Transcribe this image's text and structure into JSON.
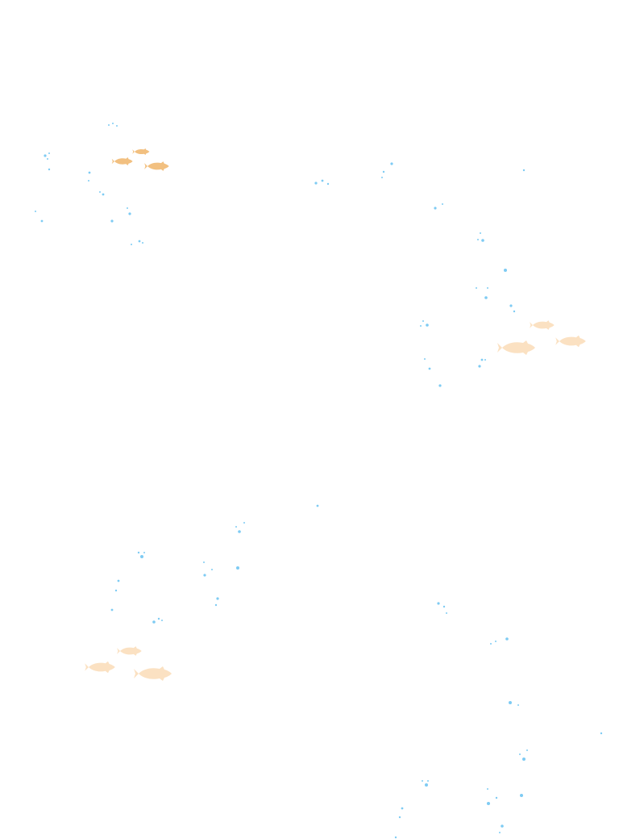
{
  "scene": {
    "background": "#ffffff",
    "bubble_color": "#7ecbf3",
    "fish_color_strong": "#f2c080",
    "fish_color_faint": "#fbe1c2"
  },
  "schools": [
    {
      "id": "top-left",
      "fish_count": 3,
      "tone": "strong"
    },
    {
      "id": "right-middle",
      "fish_count": 3,
      "tone": "faint"
    },
    {
      "id": "bottom-left",
      "fish_count": 3,
      "tone": "faint"
    }
  ]
}
